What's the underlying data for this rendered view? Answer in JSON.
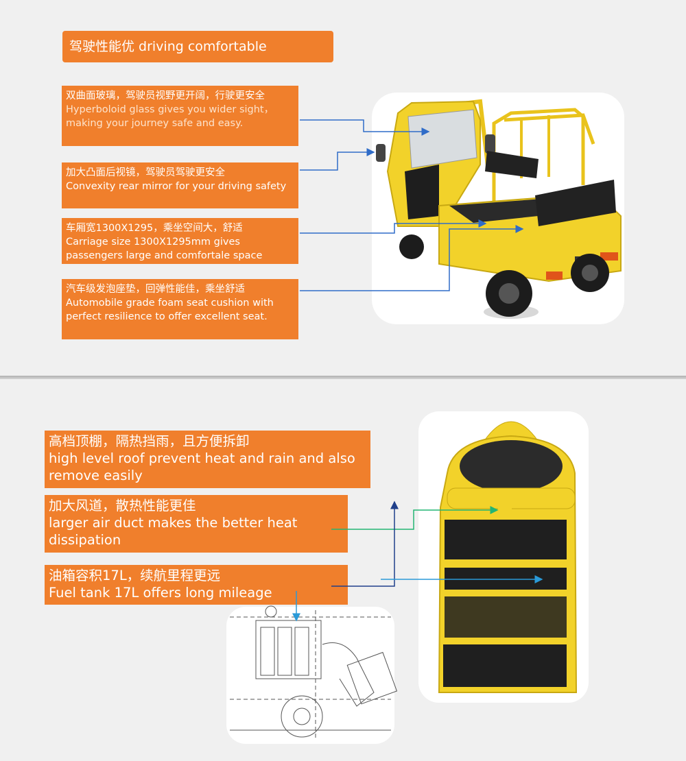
{
  "title": "驾驶性能优 driving comfortable",
  "top_features": [
    {
      "zh": "双曲面玻璃，驾驶员视野更开阔，行驶更安全",
      "en": "Hyperboloid glass  gives you wider sight，making your journey safe and easy."
    },
    {
      "zh": "加大凸面后视镜，驾驶员驾驶更安全",
      "en": "Convexity rear mirror for your driving safety"
    },
    {
      "zh": "车厢宽1300X1295，乘坐空间大，舒适",
      "en": "Carriage size 1300X1295mm gives passengers  large and comfortale space"
    },
    {
      "zh": "汽车级发泡座垫，回弹性能佳，乘坐舒适",
      "en": "Automobile grade foam seat cushion with perfect resilience to offer excellent seat."
    }
  ],
  "bottom_features": [
    {
      "zh": "高档顶棚，隔热挡雨，且方便拆卸",
      "en": "high level roof prevent heat and rain and also remove easily"
    },
    {
      "zh": "加大风道，散热性能更佳",
      "en": "larger air duct makes the better heat dissipation"
    },
    {
      "zh": "油箱容积17L，续航里程更远",
      "en": "Fuel tank 17L offers long mileage"
    }
  ],
  "colors": {
    "accent": "#f07f2c",
    "vehicle": "#f2d22a",
    "arrow_blue": "#2f6cc8",
    "arrow_green": "#22b573"
  }
}
